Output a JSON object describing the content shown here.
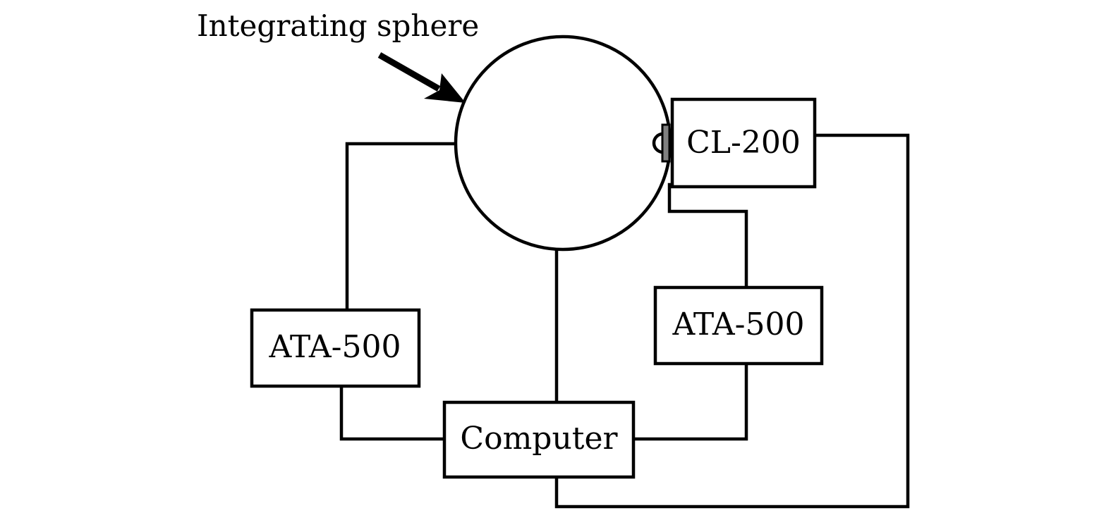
{
  "diagram": {
    "annotation": "Integrating sphere",
    "nodes": {
      "sphere": {
        "label": "Integrating sphere"
      },
      "cl200": {
        "label": "CL-200"
      },
      "ata_left": {
        "label": "ATA-500"
      },
      "ata_right": {
        "label": "ATA-500"
      },
      "computer": {
        "label": "Computer"
      }
    },
    "connections": [
      {
        "from": "sphere",
        "to": "ata_left"
      },
      {
        "from": "ata_left",
        "to": "computer"
      },
      {
        "from": "sphere",
        "to": "computer"
      },
      {
        "from": "sphere",
        "to": "ata_right"
      },
      {
        "from": "ata_right",
        "to": "computer"
      },
      {
        "from": "cl200",
        "to": "computer"
      }
    ],
    "colors": {
      "line": "#000000",
      "sensor": "#808080",
      "background": "#ffffff"
    }
  }
}
